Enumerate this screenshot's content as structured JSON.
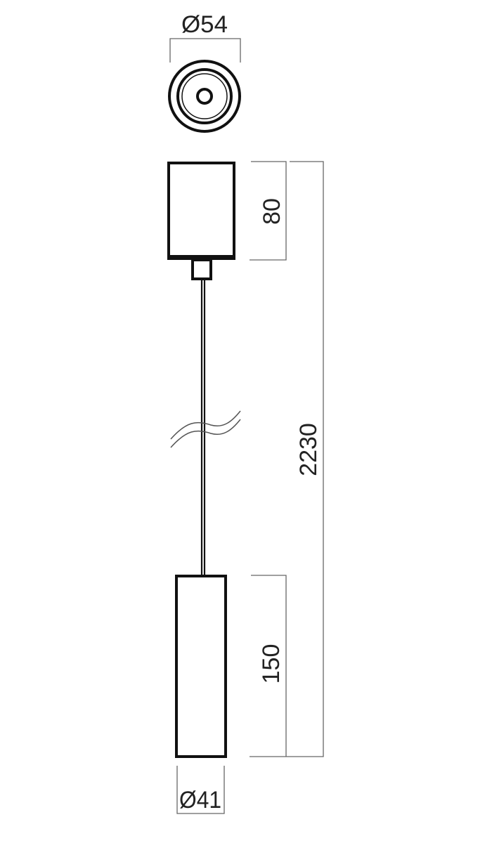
{
  "drawing": {
    "top_view": {
      "diameter_label": "Ø54"
    },
    "canopy": {
      "height_label": "80"
    },
    "overall": {
      "length_label": "2230"
    },
    "pendant": {
      "height_label": "150",
      "diameter_label": "Ø41"
    }
  },
  "colors": {
    "line": "#111111",
    "dimension": "#666666",
    "background": "#ffffff"
  }
}
